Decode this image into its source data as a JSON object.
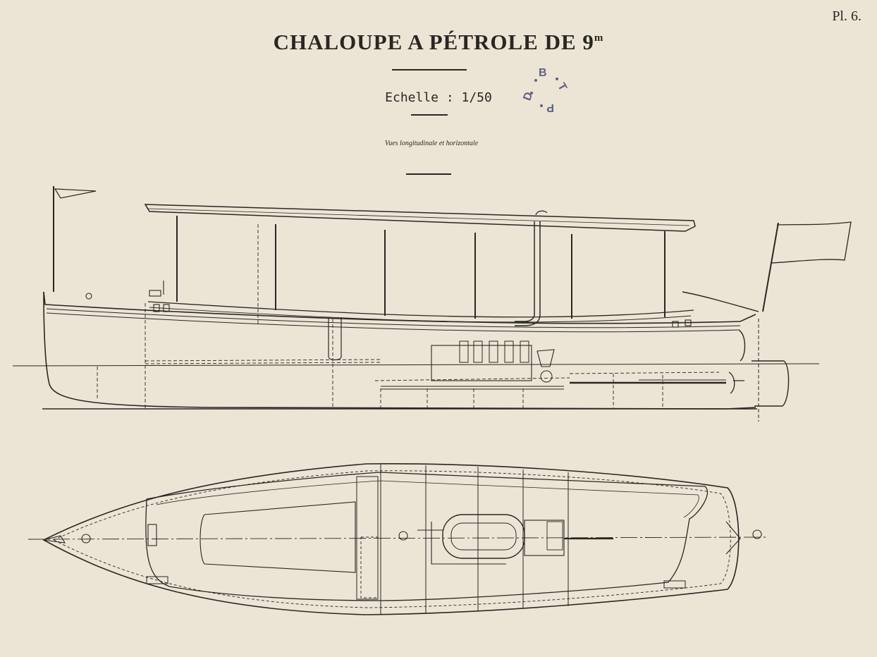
{
  "plate_number": "Pl. 6.",
  "title": "CHALOUPE A PÉTROLE DE 9",
  "title_unit": "m",
  "scale_label": "Echelle : 1/50",
  "views_caption": "Vues longitudinale et horizontale",
  "stamp_letters": [
    "B",
    "T",
    "P",
    "D"
  ],
  "colors": {
    "paper": "#ece5d6",
    "ink": "#2a2622",
    "stamp": "#5f6183"
  }
}
